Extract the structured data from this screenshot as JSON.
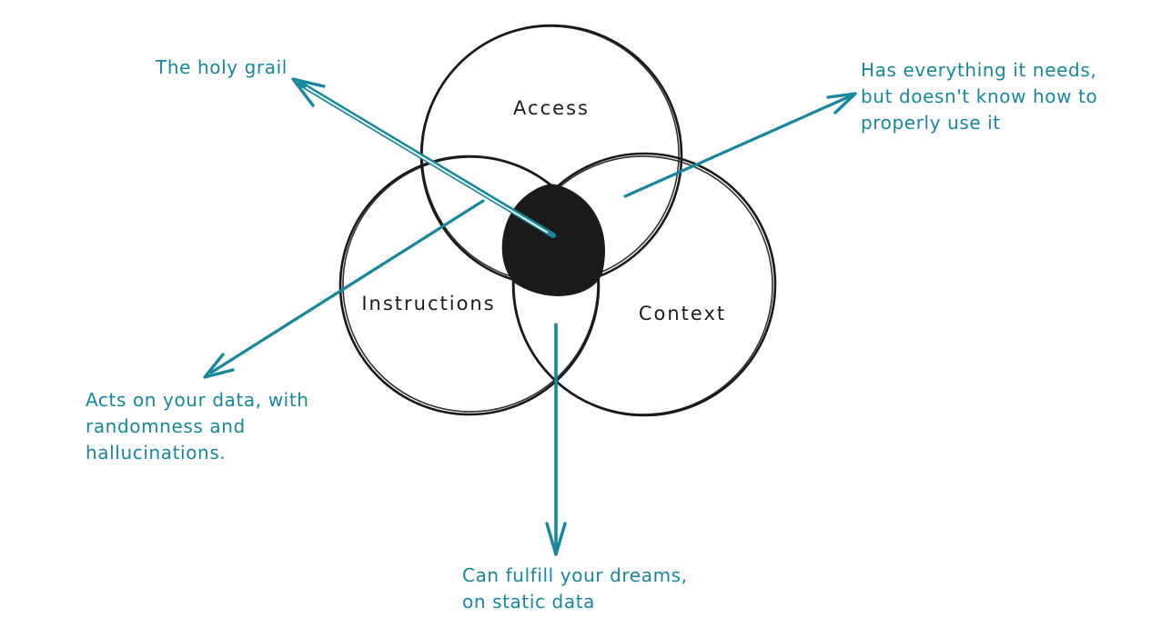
{
  "colors": {
    "accent_teal": "#16879c",
    "ink_black": "#191919",
    "background": "#ffffff",
    "center_fill": "#1a1a1a"
  },
  "venn": {
    "circles": [
      {
        "id": "access",
        "label": "Access"
      },
      {
        "id": "instructions",
        "label": "Instructions"
      },
      {
        "id": "context",
        "label": "Context"
      }
    ],
    "center_intersection": {
      "description": "filled black scribble where all three circles overlap"
    },
    "annotations": [
      {
        "id": "holy-grail",
        "label": "The holy grail",
        "arrow_style": "double-line",
        "region": "Access + Instructions + Context (center)"
      },
      {
        "id": "access-context",
        "label": "Has everything it needs,\nbut doesn't know how to\nproperly use it",
        "arrow_style": "single-line",
        "region": "Access + Context"
      },
      {
        "id": "access-instructions",
        "label": "Acts on your data, with\nrandomness and\nhallucinations.",
        "arrow_style": "single-line",
        "region": "Access + Instructions"
      },
      {
        "id": "instructions-context",
        "label": "Can fulfill your dreams,\non static data",
        "arrow_style": "single-line",
        "region": "Instructions + Context"
      }
    ]
  }
}
